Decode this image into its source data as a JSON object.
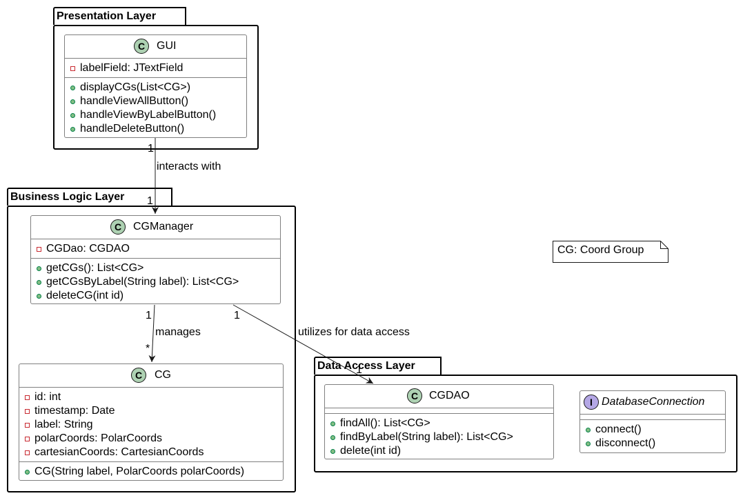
{
  "packages": {
    "presentation": "Presentation Layer",
    "business": "Business Logic Layer",
    "data_access": "Data Access Layer"
  },
  "classes": {
    "gui": {
      "name": "GUI",
      "kind": "C",
      "fields": [
        {
          "vis": "private",
          "text": "labelField: JTextField"
        }
      ],
      "methods": [
        {
          "vis": "public",
          "text": "displayCGs(List<CG>)"
        },
        {
          "vis": "public",
          "text": "handleViewAllButton()"
        },
        {
          "vis": "public",
          "text": "handleViewByLabelButton()"
        },
        {
          "vis": "public",
          "text": "handleDeleteButton()"
        }
      ]
    },
    "cgmanager": {
      "name": "CGManager",
      "kind": "C",
      "fields": [
        {
          "vis": "private",
          "text": "CGDao: CGDAO"
        }
      ],
      "methods": [
        {
          "vis": "public",
          "text": "getCGs(): List<CG>"
        },
        {
          "vis": "public",
          "text": "getCGsByLabel(String label): List<CG>"
        },
        {
          "vis": "public",
          "text": "deleteCG(int id)"
        }
      ]
    },
    "cg": {
      "name": "CG",
      "kind": "C",
      "fields": [
        {
          "vis": "private",
          "text": "id: int"
        },
        {
          "vis": "private",
          "text": "timestamp: Date"
        },
        {
          "vis": "private",
          "text": "label: String"
        },
        {
          "vis": "private",
          "text": "polarCoords: PolarCoords"
        },
        {
          "vis": "private",
          "text": "cartesianCoords: CartesianCoords"
        }
      ],
      "methods": [
        {
          "vis": "public",
          "text": "CG(String label, PolarCoords polarCoords)"
        }
      ]
    },
    "cgdao": {
      "name": "CGDAO",
      "kind": "C",
      "fields": [],
      "methods": [
        {
          "vis": "public",
          "text": "findAll(): List<CG>"
        },
        {
          "vis": "public",
          "text": "findByLabel(String label): List<CG>"
        },
        {
          "vis": "public",
          "text": "delete(int id)"
        }
      ]
    },
    "dbconn": {
      "name": "DatabaseConnection",
      "kind": "I",
      "fields": [],
      "methods": [
        {
          "vis": "public",
          "text": "connect()"
        },
        {
          "vis": "public",
          "text": "disconnect()"
        }
      ]
    }
  },
  "relations": {
    "gui_cgmanager": {
      "label": "interacts with",
      "from_mult": "1",
      "to_mult": "1"
    },
    "cgmanager_cg": {
      "label": "manages",
      "from_mult": "1",
      "to_mult": "*"
    },
    "cgmanager_cgdao": {
      "label": "utilizes for data access",
      "from_mult": "1",
      "to_mult": "1"
    }
  },
  "note": {
    "text": "CG: Coord Group"
  },
  "colors": {
    "class_circle": "#add1b2",
    "interface_circle": "#b4a7e5",
    "private_marker": "#c82930",
    "public_marker": "#84be84",
    "border": "#000000"
  }
}
